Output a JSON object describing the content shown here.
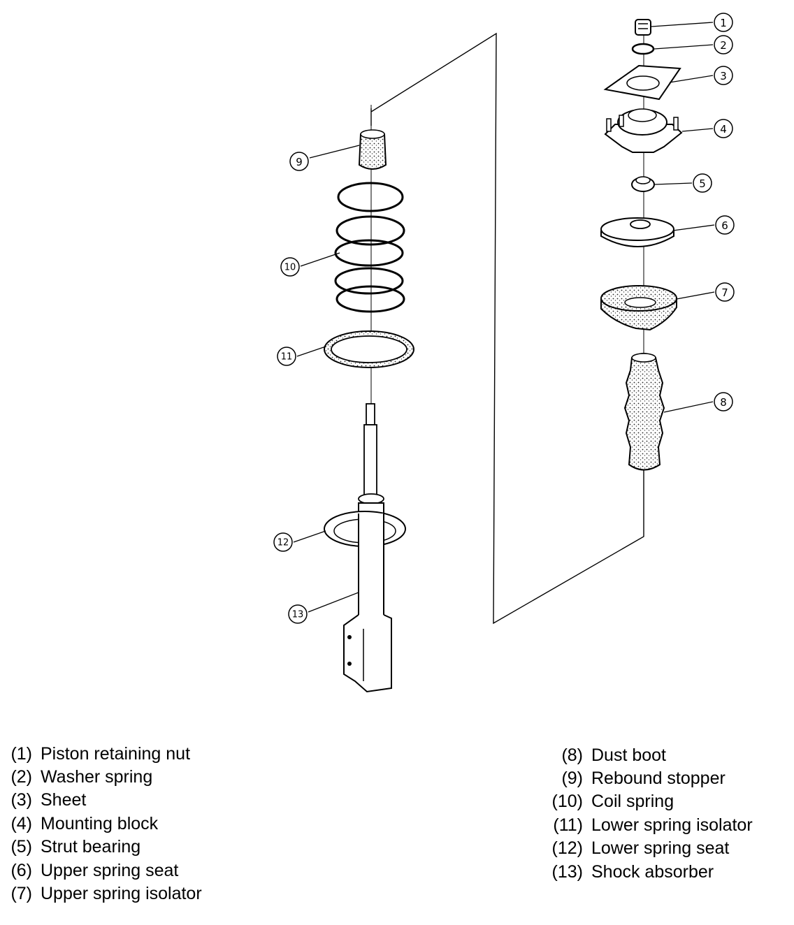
{
  "callouts": [
    "1",
    "2",
    "3",
    "4",
    "5",
    "6",
    "7",
    "8",
    "9",
    "10",
    "11",
    "12",
    "13"
  ],
  "legend_left": [
    {
      "num": "(1)",
      "label": "Piston retaining nut"
    },
    {
      "num": "(2)",
      "label": "Washer spring"
    },
    {
      "num": "(3)",
      "label": "Sheet"
    },
    {
      "num": "(4)",
      "label": "Mounting block"
    },
    {
      "num": "(5)",
      "label": "Strut bearing"
    },
    {
      "num": "(6)",
      "label": "Upper spring seat"
    },
    {
      "num": "(7)",
      "label": "Upper spring isolator"
    }
  ],
  "legend_right": [
    {
      "num": "(8)",
      "label": "Dust boot"
    },
    {
      "num": "(9)",
      "label": "Rebound stopper"
    },
    {
      "num": "(10)",
      "label": "Coil spring"
    },
    {
      "num": "(11)",
      "label": "Lower spring isolator"
    },
    {
      "num": "(12)",
      "label": "Lower spring seat"
    },
    {
      "num": "(13)",
      "label": "Shock absorber"
    }
  ]
}
